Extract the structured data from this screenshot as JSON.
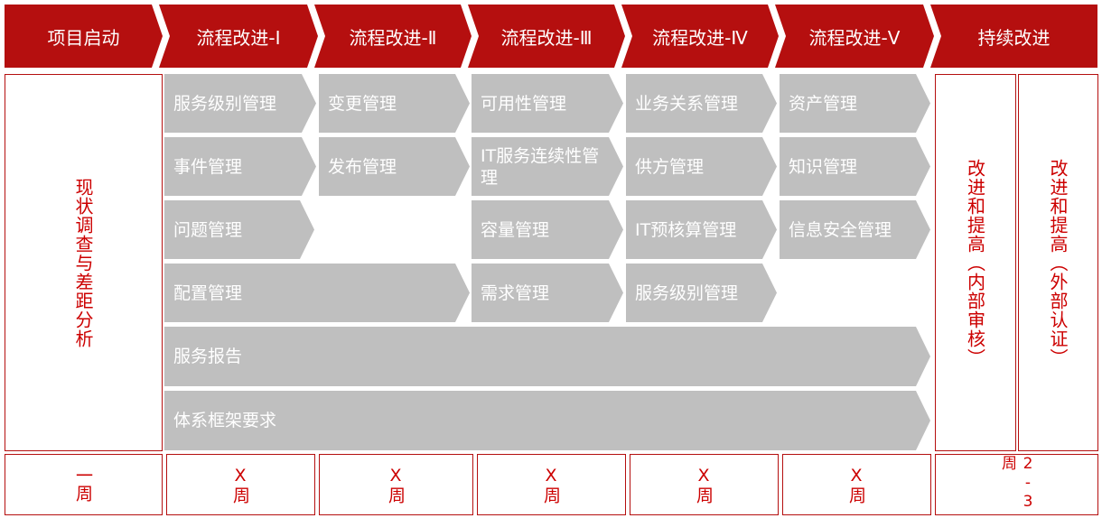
{
  "phases": [
    "项目启动",
    "流程改进-Ⅰ",
    "流程改进-Ⅱ",
    "流程改进-Ⅲ",
    "流程改进-Ⅳ",
    "流程改进-Ⅴ",
    "持续改进"
  ],
  "left_box": "现状调查与差距分析",
  "processes": {
    "r1": [
      "服务级别管理",
      "变更管理",
      "可用性管理",
      "业务关系管理",
      "资产管理"
    ],
    "r2": [
      "事件管理",
      "发布管理",
      "IT服务连续性管理",
      "供方管理",
      "知识管理"
    ],
    "r3": [
      "问题管理",
      "容量管理",
      "IT预核算管理",
      "信息安全管理"
    ],
    "r4": [
      "配置管理",
      "需求管理",
      "服务级别管理"
    ],
    "r5": "服务报告",
    "r6": "体系框架要求"
  },
  "improve": [
    "改进和提高（内部审核）",
    "改进和提高（外部认证）"
  ],
  "durations": [
    "一周",
    "X周",
    "X周",
    "X周",
    "X周",
    "X周",
    "2-3周"
  ],
  "colors": {
    "accent": "#b50f0f",
    "box": "#bfbfbf"
  }
}
